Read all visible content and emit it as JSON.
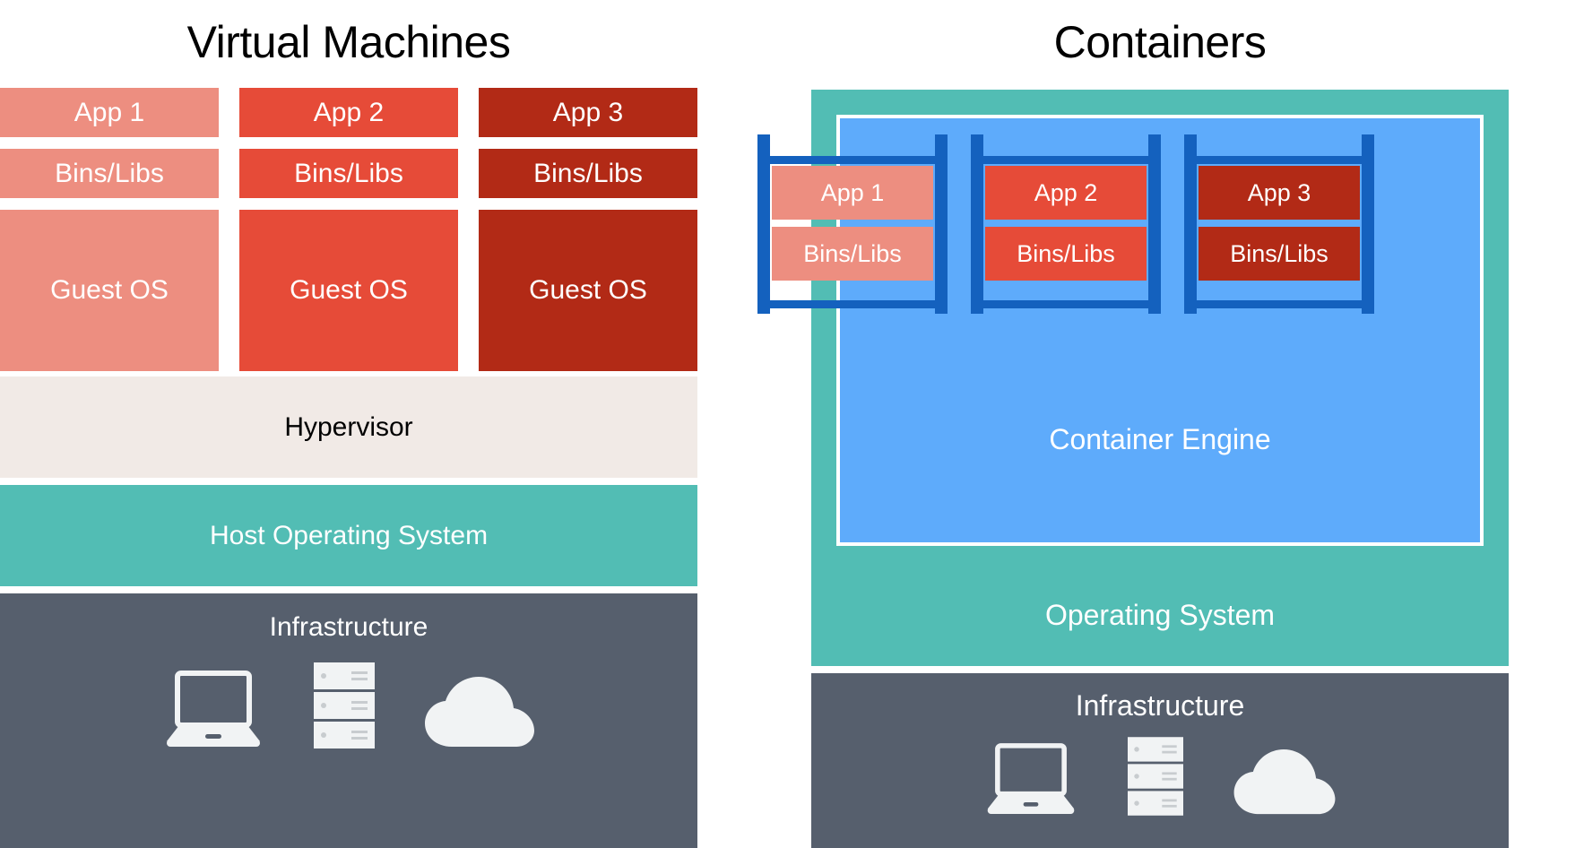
{
  "panels": {
    "vm": {
      "title": "Virtual Machines",
      "columns": [
        {
          "app": "App 1",
          "bins": "Bins/Libs",
          "guest": "Guest OS",
          "color": "#ED8E80"
        },
        {
          "app": "App 2",
          "bins": "Bins/Libs",
          "guest": "Guest OS",
          "color": "#E64B38"
        },
        {
          "app": "App 3",
          "bins": "Bins/Libs",
          "guest": "Guest OS",
          "color": "#B22A16"
        }
      ],
      "hypervisor": "Hypervisor",
      "host_os": "Host Operating System",
      "infrastructure": "Infrastructure"
    },
    "containers": {
      "title": "Containers",
      "racks": [
        {
          "app": "App 1",
          "bins": "Bins/Libs",
          "color": "#ED8E80"
        },
        {
          "app": "App 2",
          "bins": "Bins/Libs",
          "color": "#E64B38"
        },
        {
          "app": "App 3",
          "bins": "Bins/Libs",
          "color": "#B22A16"
        }
      ],
      "engine": "Container Engine",
      "os": "Operating System",
      "infrastructure": "Infrastructure"
    }
  },
  "icons": {
    "laptop": "laptop-icon",
    "server": "server-rack-icon",
    "cloud": "cloud-icon"
  },
  "colors": {
    "app_light": "#ED8E80",
    "app_medium": "#E64B38",
    "app_dark": "#B22A16",
    "hypervisor": "#F1EAE6",
    "teal_os": "#52BDB4",
    "infrastructure": "#565F6D",
    "container_engine_blue": "#5EABFB",
    "rack_blue": "#1461BE",
    "title_text": "#000000",
    "block_text": "#FFFFFF"
  }
}
